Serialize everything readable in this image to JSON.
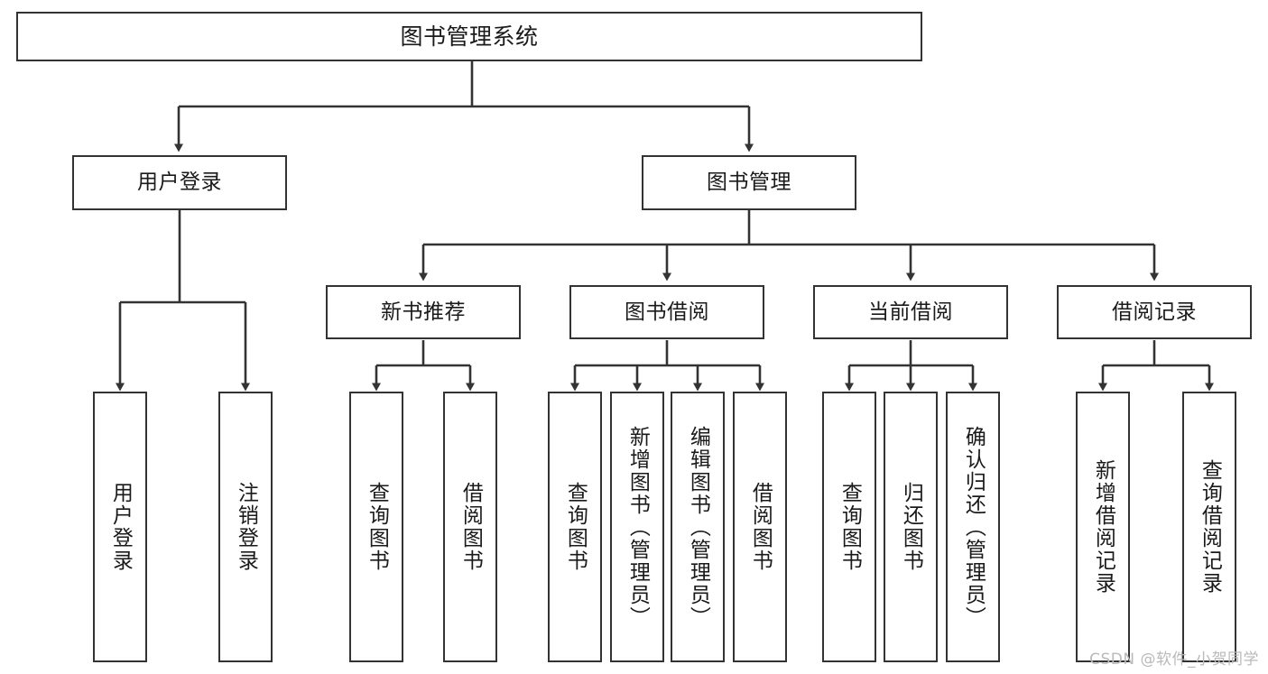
{
  "diagram": {
    "title": "图书管理系统",
    "type": "tree-hierarchy-chart",
    "stroke_color": "#333333",
    "fill_color": "#ffffff",
    "text_color": "#1a1a1a"
  },
  "nodes": {
    "root": {
      "label": "图书管理系统"
    },
    "level2": [
      {
        "label": "用户登录"
      },
      {
        "label": "图书管理"
      }
    ],
    "level3": [
      {
        "label": "新书推荐"
      },
      {
        "label": "图书借阅"
      },
      {
        "label": "当前借阅"
      },
      {
        "label": "借阅记录"
      }
    ],
    "leaves": {
      "user_login": [
        {
          "label": "用户登录"
        },
        {
          "label": "注销登录"
        }
      ],
      "new_book_recommend": [
        {
          "label": "查询图书"
        },
        {
          "label": "借阅图书"
        }
      ],
      "book_borrow": [
        {
          "label": "查询图书"
        },
        {
          "label": "新增图书（管理员）"
        },
        {
          "label": "编辑图书（管理员）"
        },
        {
          "label": "借阅图书"
        }
      ],
      "current_borrow": [
        {
          "label": "查询图书"
        },
        {
          "label": "归还图书"
        },
        {
          "label": "确认归还（管理员）"
        }
      ],
      "borrow_record": [
        {
          "label": "新增借阅记录"
        },
        {
          "label": "查询借阅记录"
        }
      ]
    }
  },
  "watermark": {
    "text": "CSDN @软件_小贺同学"
  }
}
